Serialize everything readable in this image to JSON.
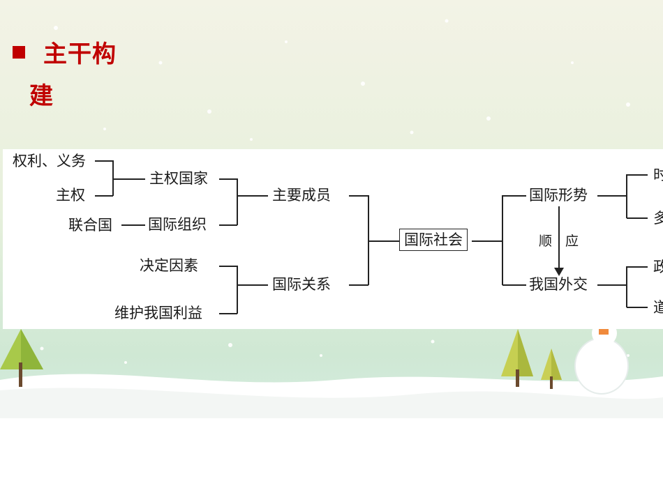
{
  "slide": {
    "title_line1": "主干构",
    "title_line2": "建",
    "colors": {
      "title": "#c00000",
      "snow_bg_top": "#f2f4e4",
      "snow_bg_mid": "#d9ecd6",
      "ground": "#ffffff"
    }
  },
  "diagram": {
    "center": "国际社会",
    "left": {
      "members": "主要成员",
      "sovereign_state": "主权国家",
      "sovereign_state_parts": [
        "权利、义务",
        "主权"
      ],
      "intl_org": "国际组织",
      "intl_org_example": "联合国",
      "relations": "国际关系",
      "relations_parts": [
        "决定因素",
        "维护我国利益"
      ]
    },
    "right": {
      "situation": "国际形势",
      "situation_parts": [
        "时",
        "多"
      ],
      "adapt_label": "顺　应",
      "diplomacy": "我国外交",
      "diplomacy_parts": [
        "政",
        "道"
      ]
    }
  },
  "decorations": {
    "icons": [
      "tree-icon",
      "snowman-icon",
      "snowflake-icon"
    ]
  }
}
